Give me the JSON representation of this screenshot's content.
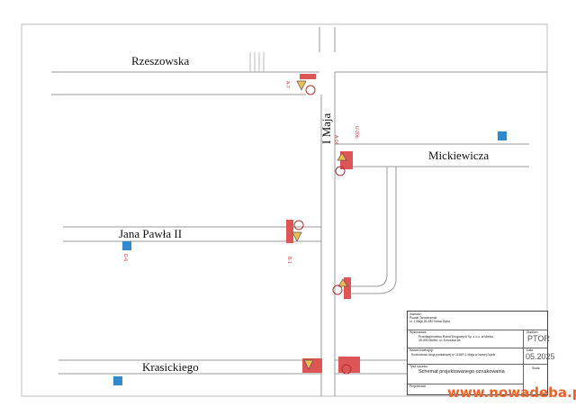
{
  "streets": {
    "rzeszowska": "Rzeszowska",
    "maja": "I Maja",
    "mickiewicza": "Mickiewicza",
    "jana_pawla": "Jana Pawła II",
    "krasickiego": "Krasickiego"
  },
  "signs": {
    "a7": "A-7",
    "b1": "B-1",
    "u20b": "U-20b",
    "a14": "A-14",
    "d6": "D-6"
  },
  "title_block": {
    "investor_label": "Inwestor:",
    "investor": "Powiat Tarnobrzeski",
    "investor_addr": "ul. 1 Maja 26-480 Nowa Dęba",
    "contractor_label": "Wykonawca:",
    "contractor": "Przedsiębiorstwo Robót Drogowych Sp. z o.o. w Mielcu,",
    "contractor_addr": "39-300 Mielec, ul. Korczaka 6a",
    "stage_label": "Stadium",
    "stage": "PTOR",
    "project_label": "Nazwa inwestycji:",
    "project": "Rozbudowa drogi powiatowej nr 1126R 1 Maja w Nowej Dębie",
    "date_label": "Data",
    "date": "05.2025",
    "title_label": "Tytuł rysunku:",
    "title": "Schemat projektowanego oznakowania",
    "scale_label": "Skala",
    "scale": "-",
    "designer_label": "Projektował:"
  },
  "watermark": "www.nowadeba.pl"
}
